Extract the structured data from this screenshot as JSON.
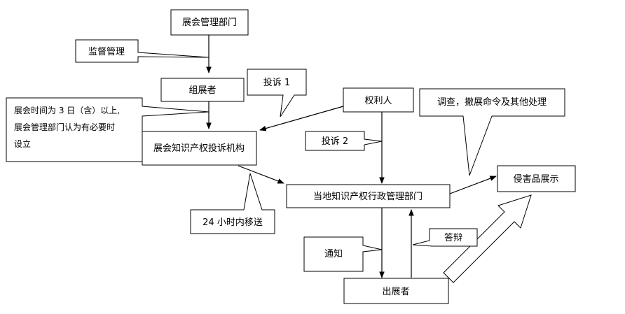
{
  "nodes": {
    "exhibition_admin": "展会管理部门",
    "organizer": "组展者",
    "complaint_agency": "展会知识产权投诉机构",
    "right_holder": "权利人",
    "local_ip_admin": "当地知识产权行政管理部门",
    "infringing_exhibit": "侵害品展示",
    "exhibitor": "出展者"
  },
  "callouts": {
    "supervision": "监督管理",
    "complaint_1": "投诉 1",
    "complaint_2": "投诉 2",
    "setup_condition": [
      "展会时间为 3 日（含）以上,",
      "展会管理部门认为有必要时",
      "设立"
    ],
    "transfer_24h": "24 小时内移送",
    "notify": "通知",
    "defense": "答辩",
    "investigation": "调查，撤展命令及其他处理"
  },
  "colors": {
    "stroke": "#000000",
    "fill": "#ffffff"
  }
}
